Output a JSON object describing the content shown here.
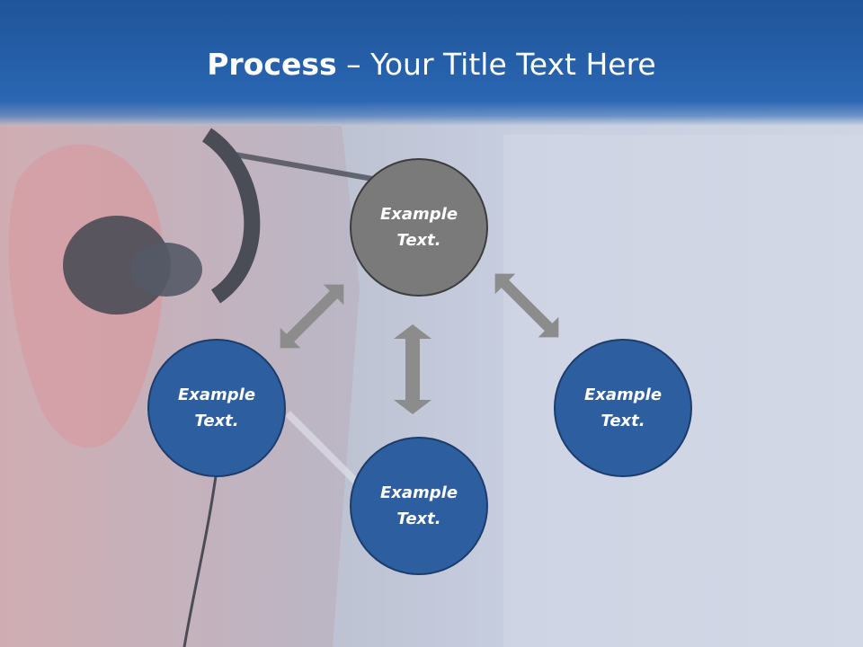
{
  "title": {
    "bold": "Process",
    "rest": " – Your Title Text Here"
  },
  "nodes": {
    "top": {
      "line1": "Example",
      "line2": "Text."
    },
    "left": {
      "line1": "Example",
      "line2": "Text."
    },
    "bottom": {
      "line1": "Example",
      "line2": "Text."
    },
    "right": {
      "line1": "Example",
      "line2": "Text."
    }
  },
  "colors": {
    "header": "#2a66b3",
    "node_gray": "#7a7a7a",
    "node_blue": "#2d5fa0",
    "arrow": "#8c8c8c"
  }
}
